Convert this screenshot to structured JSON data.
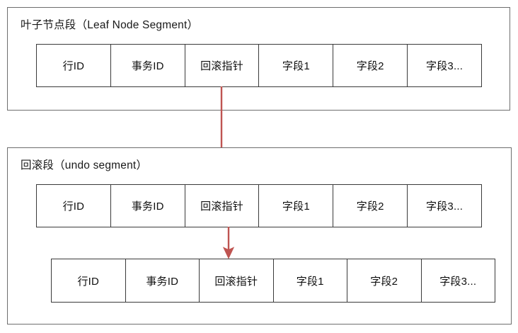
{
  "diagram": {
    "title_hidden": "",
    "accent_color": "#bf5451",
    "box_border_color": "#6e6e6e",
    "table_border_color": "#3a3a3a",
    "background_color": "#ffffff"
  },
  "segments": [
    {
      "id": "leaf-node-segment",
      "title": "叶子节点段（Leaf Node Segment）",
      "tables": [
        {
          "id": "leaf-record-row",
          "cells": [
            "行ID",
            "事务ID",
            "回滚指针",
            "字段1",
            "字段2",
            "字段3..."
          ]
        }
      ]
    },
    {
      "id": "undo-segment",
      "title": "回滚段（undo segment）",
      "tables": [
        {
          "id": "undo-record-row-1",
          "cells": [
            "行ID",
            "事务ID",
            "回滚指针",
            "字段1",
            "字段2",
            "字段3..."
          ]
        },
        {
          "id": "undo-record-row-2",
          "cells": [
            "行ID",
            "事务ID",
            "回滚指针",
            "字段1",
            "字段2",
            "字段3..."
          ]
        }
      ]
    }
  ],
  "arrows": [
    {
      "id": "leaf-rollback-pointer-to-undo",
      "from": "leaf-record-row.回滚指针",
      "to": "undo-record-row-1.回滚指针",
      "color": "#bf5451",
      "label": ""
    },
    {
      "id": "undo1-rollback-pointer-to-undo2",
      "from": "undo-record-row-1.回滚指针",
      "to": "undo-record-row-2.回滚指针",
      "color": "#bf5451",
      "label": ""
    }
  ]
}
